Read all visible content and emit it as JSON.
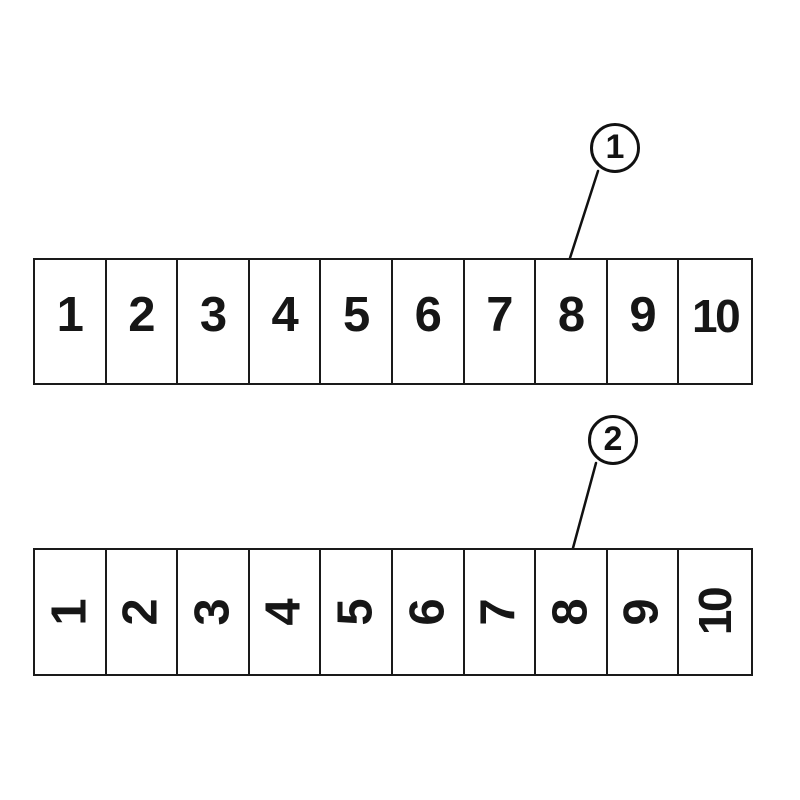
{
  "diagram": {
    "title": "Numbered strip comparison diagram",
    "background_color": "#ffffff",
    "line_color": "#1a1a1a",
    "text_color": "#161616",
    "strips": [
      {
        "id": "strip-top",
        "callout": "1",
        "orientation": "horizontal",
        "cell_count": 10,
        "cells": [
          {
            "label": "1"
          },
          {
            "label": "2"
          },
          {
            "label": "3"
          },
          {
            "label": "4"
          },
          {
            "label": "5"
          },
          {
            "label": "6"
          },
          {
            "label": "7"
          },
          {
            "label": "8"
          },
          {
            "label": "9"
          },
          {
            "label": "10"
          }
        ]
      },
      {
        "id": "strip-bottom",
        "callout": "2",
        "orientation": "rotated-90-ccw",
        "cell_count": 10,
        "cells": [
          {
            "label": "1"
          },
          {
            "label": "2"
          },
          {
            "label": "3"
          },
          {
            "label": "4"
          },
          {
            "label": "5"
          },
          {
            "label": "6"
          },
          {
            "label": "7"
          },
          {
            "label": "8"
          },
          {
            "label": "9"
          },
          {
            "label": "10"
          }
        ]
      }
    ],
    "callouts": [
      {
        "id": "callout-1",
        "label": "1"
      },
      {
        "id": "callout-2",
        "label": "2"
      }
    ]
  }
}
